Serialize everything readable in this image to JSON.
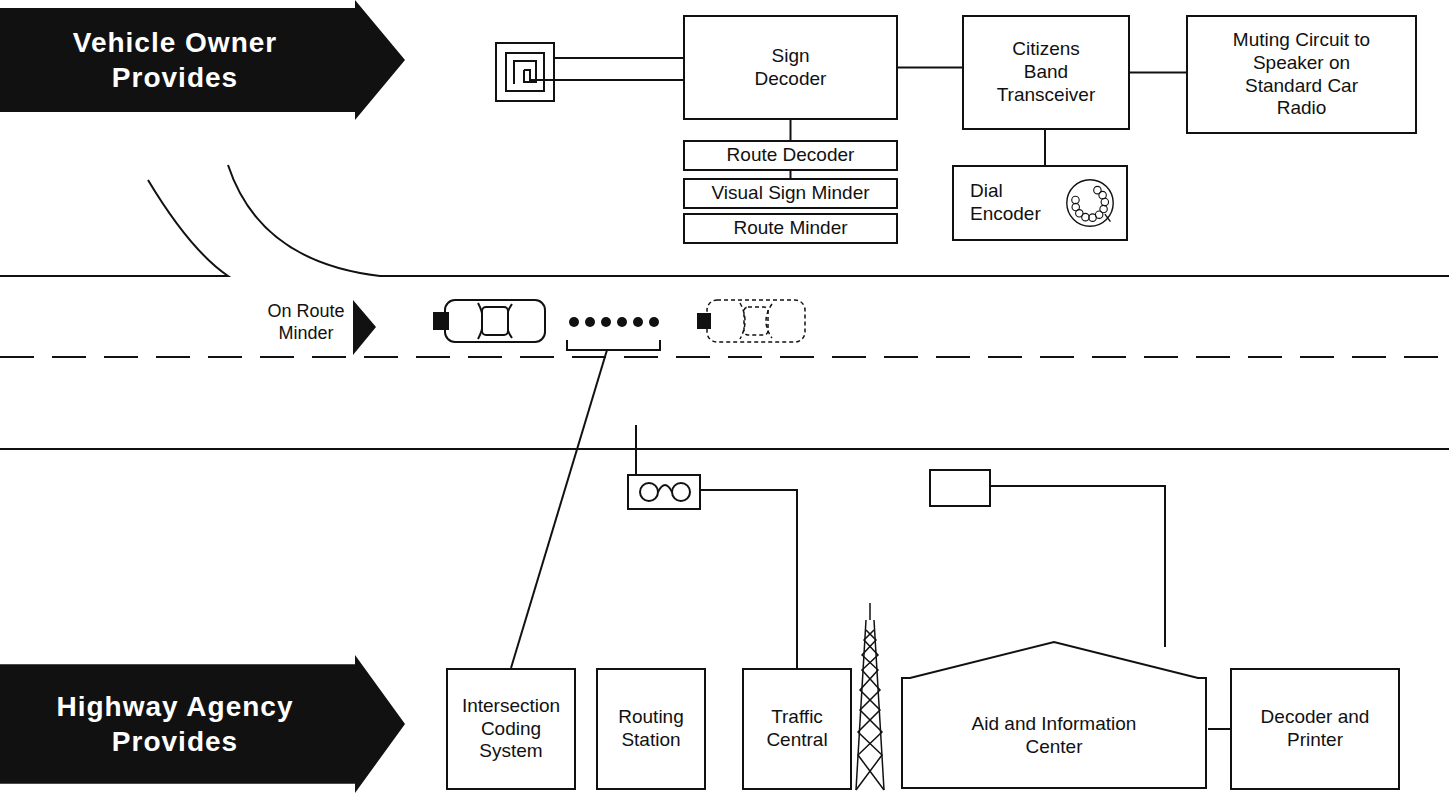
{
  "diagram": {
    "nodes": [
      {
        "text": [
          "Vehicle Owner Provides"
        ]
      },
      {
        "text": [
          "Sign Decoder"
        ]
      },
      {
        "text": [
          "Citizens Band Transceiver"
        ]
      },
      {
        "text": [
          "Muting Circuit to Speaker on Standard Car Radio"
        ]
      },
      {
        "text": [
          "Route Decoder"
        ]
      },
      {
        "text": [
          "Visual Sign Minder"
        ]
      },
      {
        "text": [
          "Route Minder"
        ]
      },
      {
        "text": [
          "Dial Encoder"
        ]
      },
      {
        "text": [
          "Highway Agency Provides"
        ]
      },
      {
        "text": [
          "Intersection Coding System"
        ]
      },
      {
        "text": [
          "Routing Station"
        ]
      },
      {
        "text": [
          "Traffic Central"
        ]
      },
      {
        "text": [
          "Aid and Information Center"
        ]
      },
      {
        "text": [
          "Decoder and Printer"
        ]
      }
    ],
    "edges": [
      {
        "from": 1,
        "to": 2,
        "arrow": "none"
      },
      {
        "from": 2,
        "to": 3,
        "arrow": "none"
      },
      {
        "from": 1,
        "to": 4,
        "arrow": "none"
      },
      {
        "from": 4,
        "to": 5,
        "arrow": "none"
      },
      {
        "from": 2,
        "to": 7,
        "arrow": "none"
      },
      {
        "from": 12,
        "to": 13,
        "arrow": "none"
      }
    ],
    "labels": [
      "On Route Minder"
    ]
  }
}
